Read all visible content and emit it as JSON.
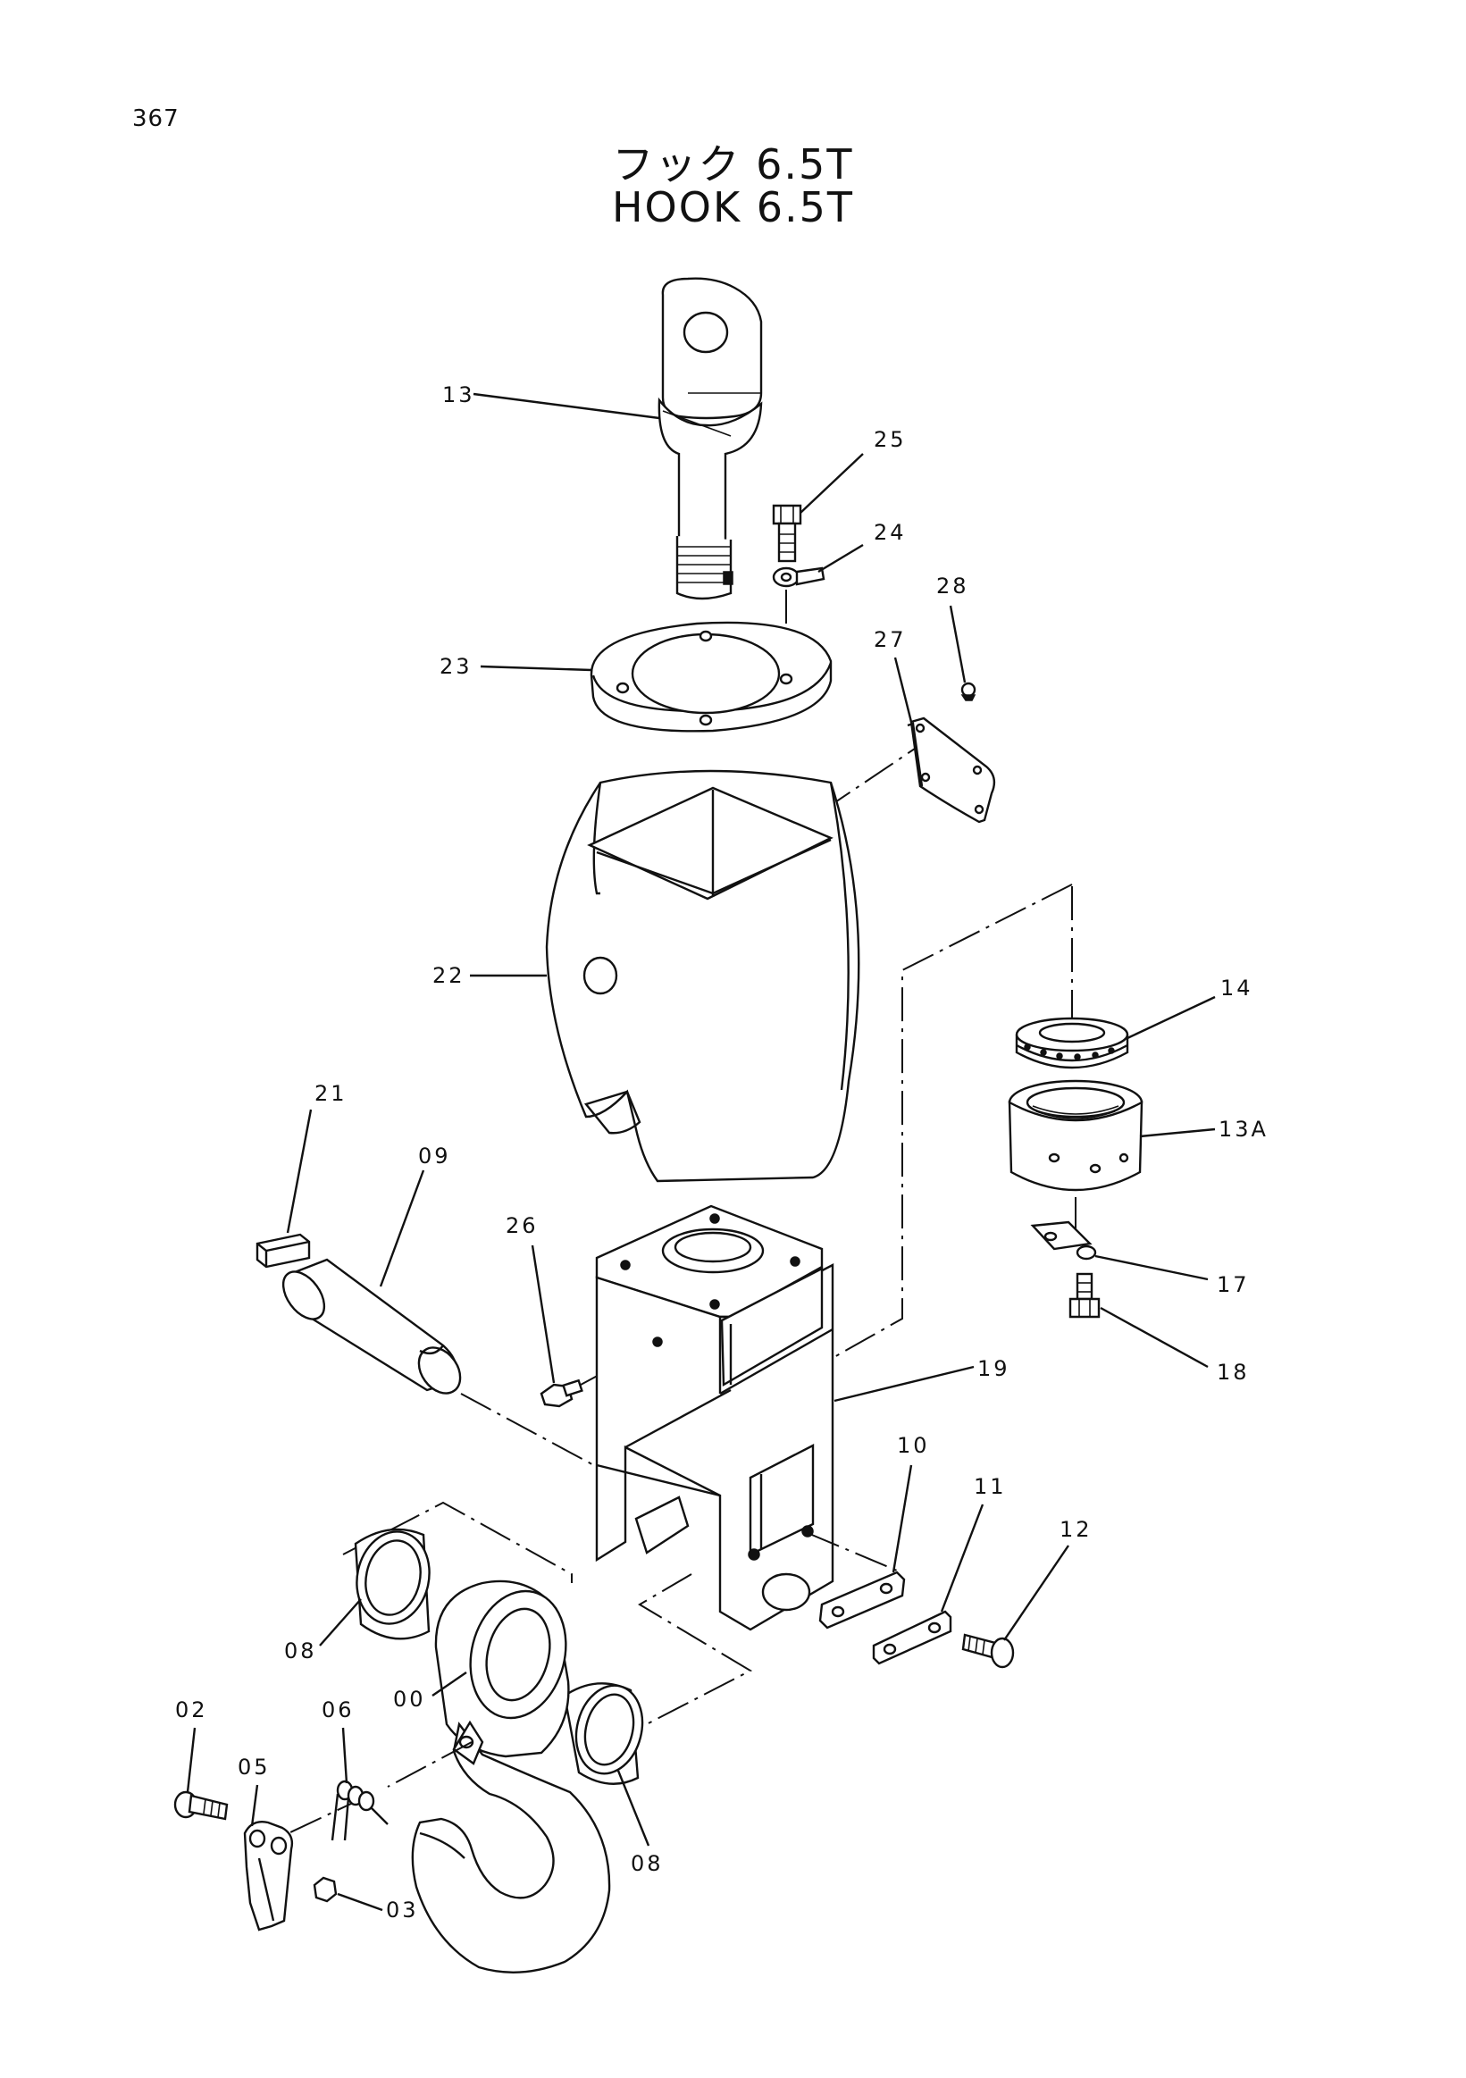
{
  "page_number": "367",
  "title_jp": "フック 6.5T",
  "title_en": "HOOK 6.5T",
  "callouts": {
    "p13": "13",
    "p25": "25",
    "p24": "24",
    "p28": "28",
    "p23": "23",
    "p27": "27",
    "p22": "22",
    "p14": "14",
    "p13a": "13A",
    "p21": "21",
    "p09": "09",
    "p26": "26",
    "p17": "17",
    "p19": "19",
    "p18": "18",
    "p10": "10",
    "p11": "11",
    "p12": "12",
    "p08a": "08",
    "p00": "00",
    "p02": "02",
    "p06": "06",
    "p05": "05",
    "p08b": "08",
    "p03": "03"
  }
}
